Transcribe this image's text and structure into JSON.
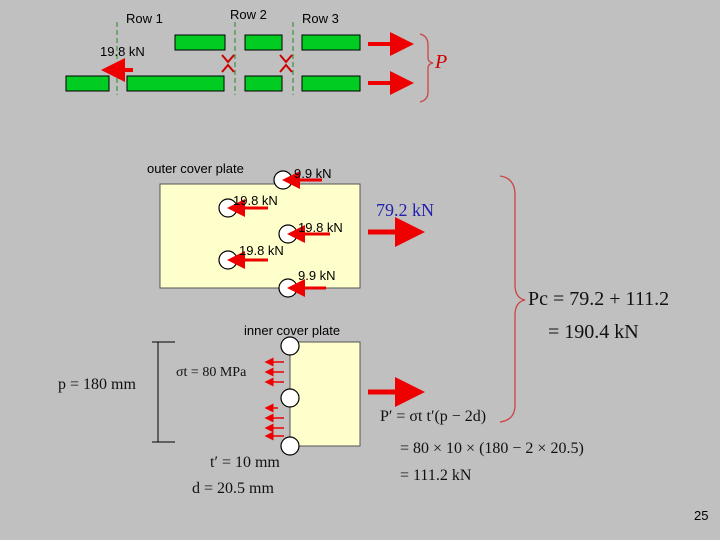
{
  "joint": {
    "rows": [
      "Row 1",
      "Row 2",
      "Row 3"
    ],
    "force_label": "19.8 kN",
    "total_label": "P"
  },
  "outer_plate": {
    "title": "outer cover plate",
    "bolt_forces": [
      "9.9 kN",
      "19.8 kN",
      "19.8 kN",
      "19.8 kN",
      "9.9 kN"
    ],
    "resultant": "79.2 kN"
  },
  "capacity_sum": {
    "line1": "Pc = 79.2 + 111.2",
    "line2": "= 190.4 kN"
  },
  "inner_plate": {
    "title": "inner cover plate",
    "pitch": "p = 180 mm",
    "stress": "σt = 80 MPa",
    "thickness": "t′ = 10 mm",
    "diameter": "d = 20.5 mm",
    "formula": "P′ = σt t′(p − 2d)",
    "calc1": "= 80 × 10 × (180 − 2 × 20.5)",
    "calc2": "= 111.2 kN"
  },
  "colors": {
    "background": "#c0c0c0",
    "bar": "#00cc22",
    "plate": "#ffffcc",
    "arrow": "#ee0000",
    "rowline": "#228822",
    "brace": "#cc4444"
  },
  "slide_number": "25"
}
